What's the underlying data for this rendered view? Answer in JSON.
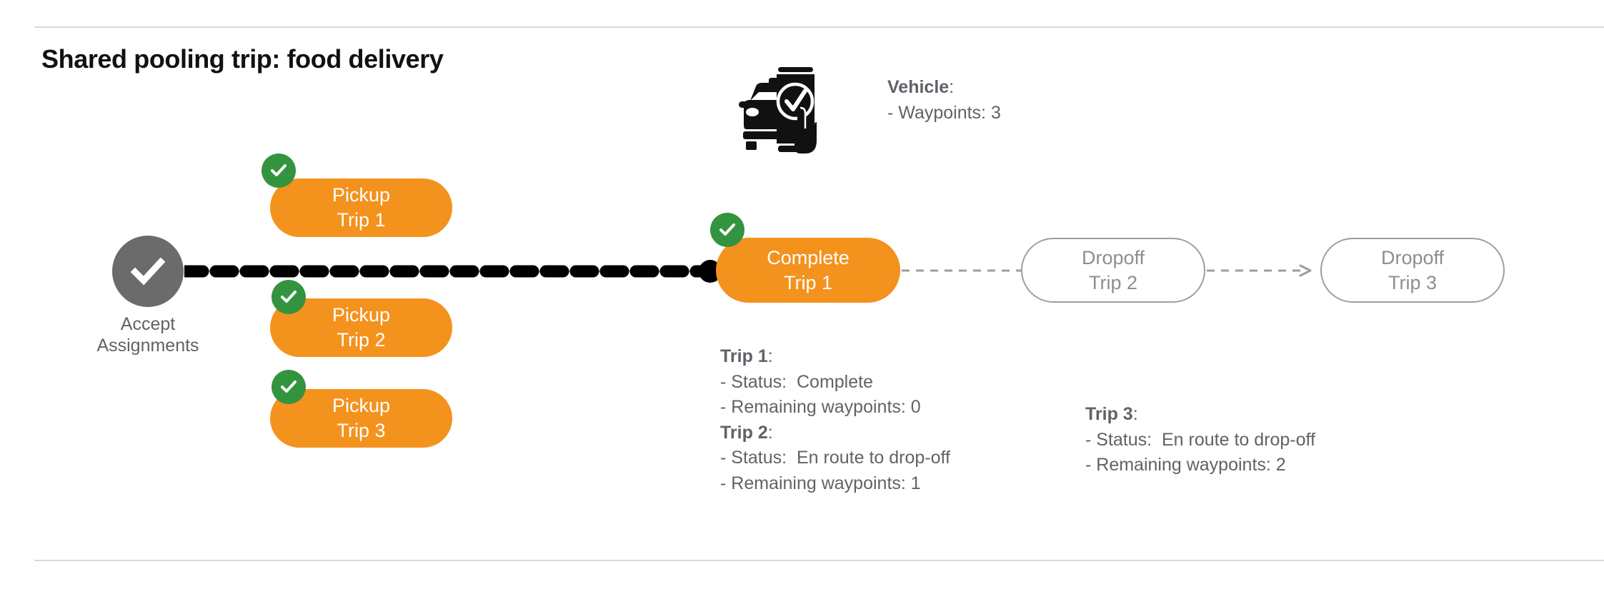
{
  "page": {
    "title": "Shared pooling trip: food delivery",
    "colors": {
      "orange": "#F4921E",
      "green": "#33943F",
      "gray_node": "#6b6b6b",
      "gray_text": "#5f6368",
      "gray_outline": "#9e9e9e",
      "black": "#000000",
      "rule": "#d9d9d9"
    }
  },
  "start_node": {
    "name": "accept-assignments",
    "icon": "check-circle-icon",
    "label": "Accept\nAssignments"
  },
  "vehicle": {
    "icon": "vehicle-phone-check-icon",
    "heading": "Vehicle",
    "heading_suffix": ":",
    "lines": [
      "- Waypoints: 3"
    ]
  },
  "nodes": {
    "pickups": [
      {
        "name": "pickup-trip-1",
        "line1": "Pickup",
        "line2": "Trip 1",
        "state": "complete",
        "badge_icon": "check-badge-icon"
      },
      {
        "name": "pickup-trip-2",
        "line1": "Pickup",
        "line2": "Trip 2",
        "state": "complete",
        "badge_icon": "check-badge-icon"
      },
      {
        "name": "pickup-trip-3",
        "line1": "Pickup",
        "line2": "Trip 3",
        "state": "complete",
        "badge_icon": "check-badge-icon"
      }
    ],
    "complete": {
      "name": "complete-trip-1",
      "line1": "Complete",
      "line2": "Trip 1",
      "state": "complete",
      "badge_icon": "check-badge-icon"
    },
    "dropoffs": [
      {
        "name": "dropoff-trip-2",
        "line1": "Dropoff",
        "line2": "Trip 2",
        "state": "pending"
      },
      {
        "name": "dropoff-trip-3",
        "line1": "Dropoff",
        "line2": "Trip 3",
        "state": "pending"
      }
    ]
  },
  "trip_details": {
    "left_column": [
      {
        "heading": "Trip 1",
        "heading_suffix": ":",
        "status_label": "- Status:",
        "status_value": "Complete",
        "waypoints_line": "- Remaining waypoints: 0"
      },
      {
        "heading": "Trip 2",
        "heading_suffix": ":",
        "status_label": "- Status:",
        "status_value": "En route to drop-off",
        "waypoints_line": "- Remaining waypoints: 1"
      }
    ],
    "right_column": [
      {
        "heading": "Trip 3",
        "heading_suffix": ":",
        "status_label": "- Status:",
        "status_value": "En route to drop-off",
        "waypoints_line": "- Remaining waypoints: 2"
      }
    ]
  }
}
